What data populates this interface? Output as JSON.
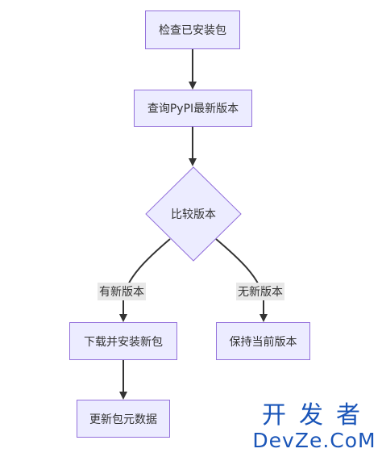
{
  "nodes": {
    "check_installed": "检查已安装包",
    "query_pypi": "查询PyPI最新版本",
    "compare_version": "比较版本",
    "download_install": "下载并安装新包",
    "keep_current": "保持当前版本",
    "update_metadata": "更新包元数据"
  },
  "edges": {
    "has_new": "有新版本",
    "no_new": "无新版本"
  },
  "watermark": {
    "top": "开发者",
    "bottom": "DevZe.CoM"
  },
  "colors": {
    "node_fill": "#ececff",
    "node_stroke": "#9370db",
    "edge": "#333333",
    "watermark": "#1a55b8"
  }
}
